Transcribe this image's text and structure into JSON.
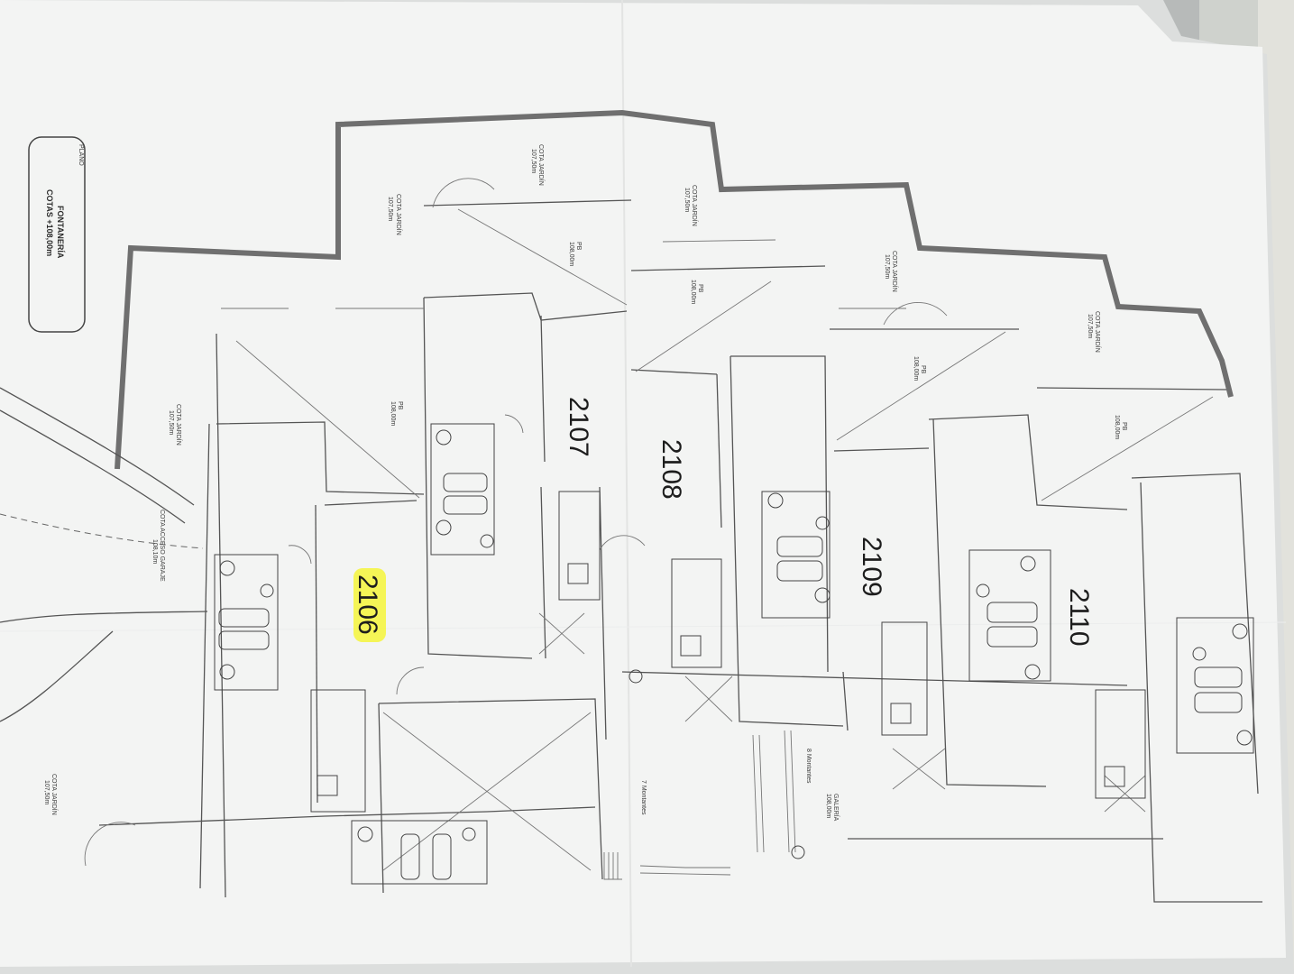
{
  "colors": {
    "paper": "#f3f4f3",
    "ink": "#1d1d1d",
    "highlight": "#f4f53a",
    "background": "#b9bcbb"
  },
  "legend": {
    "line1": "PLANO",
    "line2": "FONTANERÍA",
    "line3": "COTAS +108,00m"
  },
  "units": {
    "u2106": "2106",
    "u2107": "2107",
    "u2108": "2108",
    "u2109": "2109",
    "u2110": "2110"
  },
  "annotations": {
    "cota_jardin": "COTA JARDÍN",
    "cota_jardin_1": "107,50m",
    "cota_jardin_2": "107,50m",
    "cota_jardin_3": "107,50m",
    "cota_jardin_4": "107,50m",
    "cota_jardin_5": "107,50m",
    "cota_jardin_6": "107,50m",
    "cota_acceso": "COTA ACCESO GARAJE",
    "cota_acceso_val": "108,10m",
    "pb": "PB",
    "pb_val_1": "108,00m",
    "pb_val_2": "108,00m",
    "pb_val_3": "108,00m",
    "pb_val_4": "108,00m",
    "galeria": "GALERÍA",
    "galeria_val": "108,00m",
    "montantes": "8 Montantes",
    "montantes_2": "7 Montantes"
  }
}
